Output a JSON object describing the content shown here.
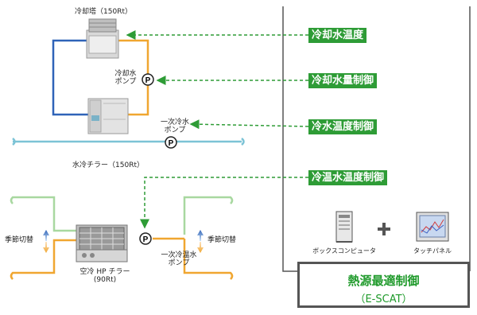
{
  "equipment": {
    "cooling_tower": "冷却塔（150Rt）",
    "cooling_pump": [
      "冷却水",
      "ポンプ"
    ],
    "primary_pump": [
      "一次冷水",
      "ポンプ"
    ],
    "chiller": "水冷チラー（150Rt）",
    "hp_pump": [
      "一次冷温水",
      "ポンプ"
    ],
    "hp_chiller": [
      "空冷 HP チラー",
      "(90Rt)"
    ],
    "season_left": "季節切替",
    "season_right": "季節切替",
    "pump_symbol": "P"
  },
  "controls": {
    "cooling_temp": "冷却水温度",
    "cooling_flow": "冷却水量制御",
    "chilled_temp": "冷水温度制御",
    "hot_cold_temp": "冷温水温度制御"
  },
  "system": {
    "box_pc": "ボックスコンピュータ",
    "plus": "+",
    "touch_panel": "タッチパネル",
    "title": "熱源最適制御",
    "subtitle": "（E-SCAT）"
  },
  "colors": {
    "cooling_water_loop": "#2f63b8",
    "cooling_supply": "#f0a630",
    "chilled_header": "#7cc3d6",
    "hot_cold_pipe": "#f0a630",
    "season_pipe": "#a8d8a0",
    "control_arrow": "#2e9c36",
    "tag_bg": "#2e9c36"
  }
}
